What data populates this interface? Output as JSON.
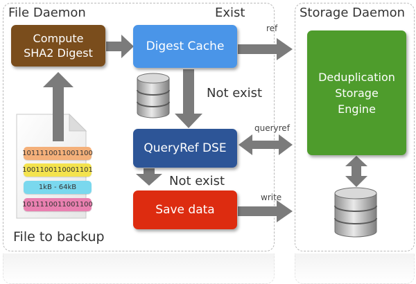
{
  "file_daemon": {
    "title": "File Daemon",
    "exist_label": "Exist"
  },
  "storage_daemon": {
    "title": "Storage Daemon"
  },
  "boxes": {
    "compute": "Compute SHA2 Digest",
    "digest_cache": "Digest Cache",
    "queryref_dse": "QueryRef DSE",
    "save_data": "Save data",
    "dedup_engine": "Deduplication Storage Engine"
  },
  "arrow_labels": {
    "ref": "ref",
    "queryref": "queryref",
    "write": "write",
    "not_exist_1": "Not exist",
    "not_exist_2": "Not exist"
  },
  "file": {
    "caption": "File to backup",
    "strips": [
      "1011110011001100",
      "1001100110001101",
      "1kB - 64kB",
      "1011110011001100"
    ]
  },
  "colors": {
    "compute": "#7a4d1c",
    "digest_cache": "#4a95e8",
    "queryref_dse": "#2d5597",
    "save_data": "#dd2c10",
    "dedup_engine": "#4e9c2c",
    "arrow": "#7b7b7b",
    "strip_1": "#f4b07a",
    "strip_2": "#f4e34e",
    "strip_3": "#7ad8ee",
    "strip_4": "#e980b0"
  },
  "icons": [
    "database-icon",
    "document-icon",
    "arrow-icon"
  ]
}
